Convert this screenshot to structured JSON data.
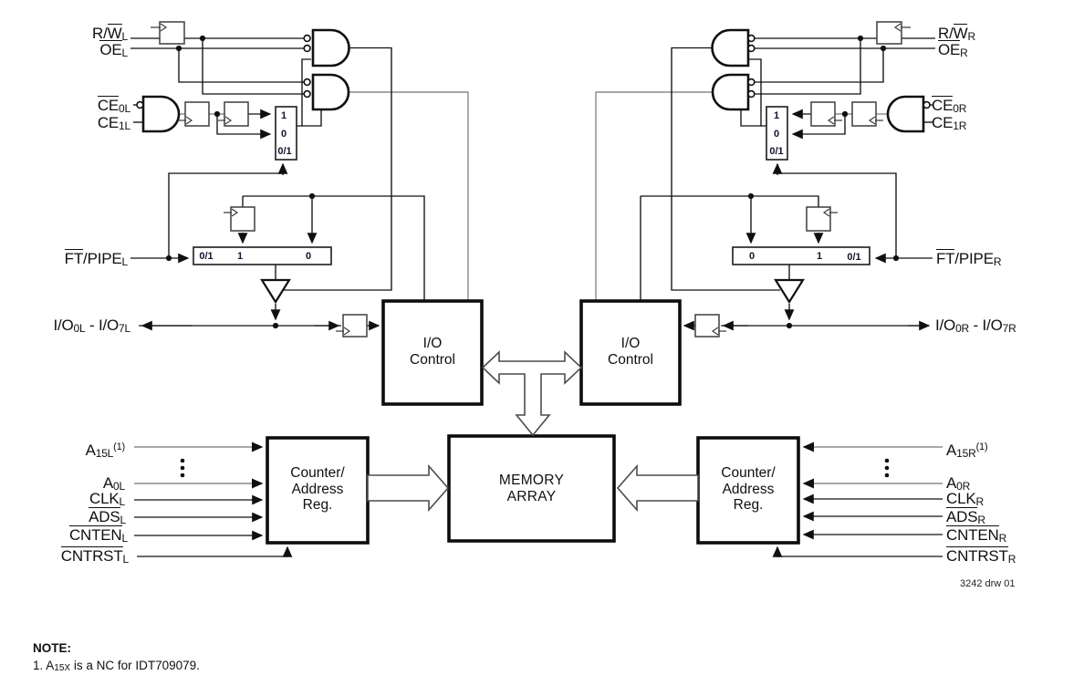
{
  "figure": {
    "drawing_number": "3242 drw 01",
    "note": {
      "heading": "NOTE:",
      "item": [
        {
          "t": "1.  A",
          "s": "n"
        },
        {
          "t": "15X",
          "s": "b"
        },
        {
          "t": " is a NC for IDT709079.",
          "s": "n"
        }
      ]
    },
    "blocks": {
      "io_control": [
        "I/O",
        "Control"
      ],
      "counter": [
        "Counter/",
        "Address",
        "Reg."
      ],
      "memory": [
        "MEMORY",
        "ARRAY"
      ]
    },
    "mux_labels": {
      "v_left": [
        "1",
        "0",
        "0/1"
      ],
      "v_right": [
        "1",
        "0",
        "0/1"
      ],
      "h_left": [
        "0/1",
        "1",
        "0"
      ],
      "h_right": [
        "0",
        "1",
        "0/1"
      ]
    },
    "signals": {
      "rwl": [
        {
          "t": "R/",
          "s": "n"
        },
        {
          "t": "W",
          "s": "o"
        },
        {
          "t": "L",
          "s": "b"
        }
      ],
      "oel": [
        {
          "t": "OE",
          "s": "o"
        },
        {
          "t": "L",
          "s": "b"
        }
      ],
      "ce0l": [
        {
          "t": "CE",
          "s": "o"
        },
        {
          "t": "0L",
          "s": "b"
        }
      ],
      "ce1l": [
        {
          "t": "CE",
          "s": "n"
        },
        {
          "t": "1L",
          "s": "b"
        }
      ],
      "ftpipel": [
        {
          "t": "FT",
          "s": "o"
        },
        {
          "t": "/PIPE",
          "s": "n"
        },
        {
          "t": "L",
          "s": "b"
        }
      ],
      "iol": [
        {
          "t": "I/O",
          "s": "n"
        },
        {
          "t": "0L",
          "s": "b"
        },
        {
          "t": " - I/O",
          "s": "n"
        },
        {
          "t": "7L",
          "s": "b"
        }
      ],
      "a15l": [
        {
          "t": "A",
          "s": "n"
        },
        {
          "t": "15L",
          "s": "b"
        },
        {
          "t": "(1)",
          "s": "p"
        }
      ],
      "a0l": [
        {
          "t": "A",
          "s": "n"
        },
        {
          "t": "0L",
          "s": "b"
        }
      ],
      "clkl": [
        {
          "t": "CLK",
          "s": "n"
        },
        {
          "t": "L",
          "s": "b"
        }
      ],
      "adsl": [
        {
          "t": "ADS",
          "s": "o"
        },
        {
          "t": "L",
          "s": "b"
        }
      ],
      "cntenl": [
        {
          "t": "CNTEN",
          "s": "o"
        },
        {
          "t": "L",
          "s": "b"
        }
      ],
      "cntrstl": [
        {
          "t": "CNTRST",
          "s": "o"
        },
        {
          "t": "L",
          "s": "b"
        }
      ],
      "rwr": [
        {
          "t": "R/",
          "s": "n"
        },
        {
          "t": "W",
          "s": "o"
        },
        {
          "t": "R",
          "s": "b"
        }
      ],
      "oer": [
        {
          "t": "OE",
          "s": "o"
        },
        {
          "t": "R",
          "s": "b"
        }
      ],
      "ce0r": [
        {
          "t": "CE",
          "s": "o"
        },
        {
          "t": "0R",
          "s": "b"
        }
      ],
      "ce1r": [
        {
          "t": "CE",
          "s": "n"
        },
        {
          "t": "1R",
          "s": "b"
        }
      ],
      "ftpiper": [
        {
          "t": "FT",
          "s": "o"
        },
        {
          "t": "/PIPE",
          "s": "n"
        },
        {
          "t": "R",
          "s": "b"
        }
      ],
      "ior": [
        {
          "t": "I/O",
          "s": "n"
        },
        {
          "t": "0R",
          "s": "b"
        },
        {
          "t": " - I/O",
          "s": "n"
        },
        {
          "t": "7R",
          "s": "b"
        }
      ],
      "a15r": [
        {
          "t": "A",
          "s": "n"
        },
        {
          "t": "15R",
          "s": "b"
        },
        {
          "t": "(1)",
          "s": "p"
        }
      ],
      "a0r": [
        {
          "t": "A",
          "s": "n"
        },
        {
          "t": "0R",
          "s": "b"
        }
      ],
      "clkr": [
        {
          "t": "CLK",
          "s": "n"
        },
        {
          "t": "R",
          "s": "b"
        }
      ],
      "adsr": [
        {
          "t": "ADS",
          "s": "o"
        },
        {
          "t": "R",
          "s": "b"
        }
      ],
      "cntenr": [
        {
          "t": "CNTEN",
          "s": "o"
        },
        {
          "t": "R",
          "s": "b"
        }
      ],
      "cntrstr": [
        {
          "t": "CNTRST",
          "s": "o"
        },
        {
          "t": "R",
          "s": "b"
        }
      ]
    }
  }
}
